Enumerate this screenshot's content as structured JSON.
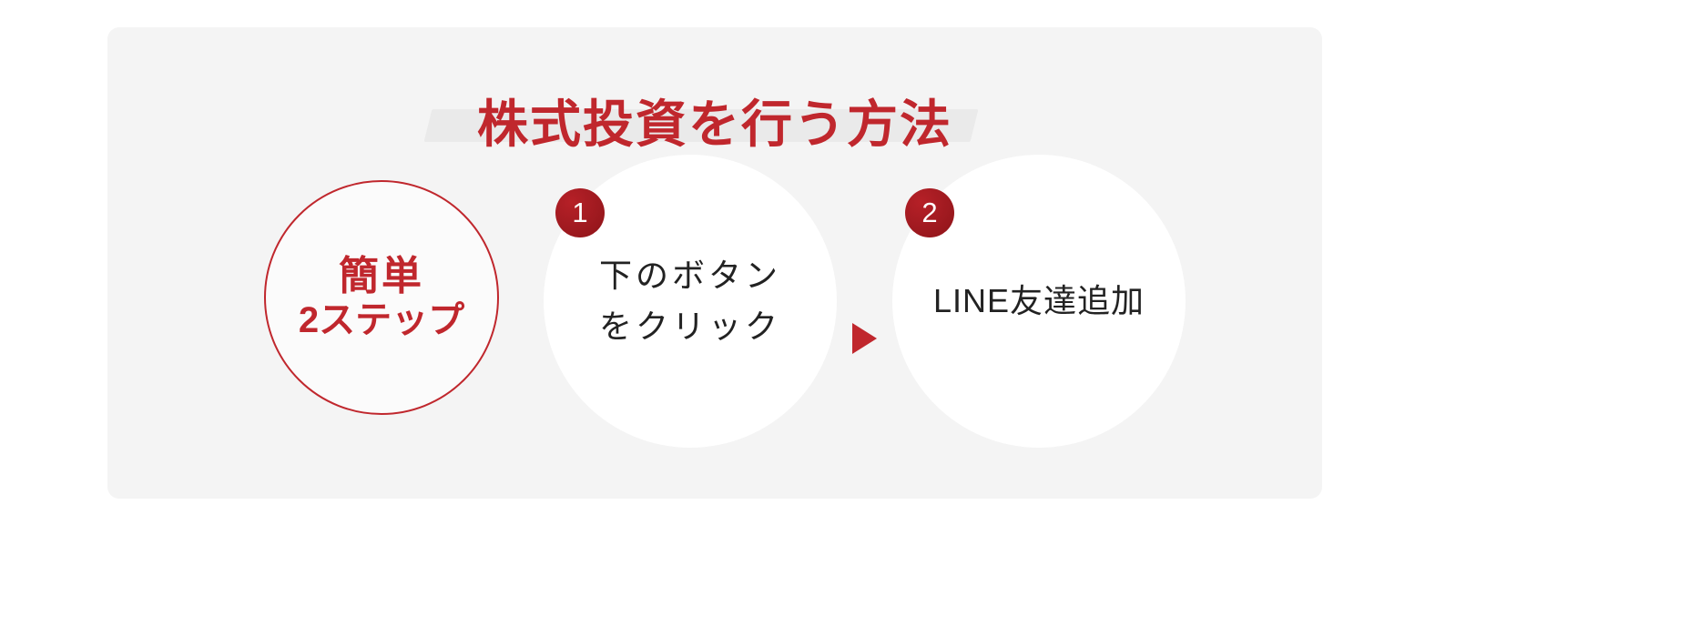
{
  "page": {
    "background_color": "#ffffff"
  },
  "panel": {
    "background_color": "#f4f4f4",
    "title": "株式投資を行う方法",
    "title_color": "#c0272d"
  },
  "badge_circle": {
    "line1": "簡単",
    "line2": "2ステップ",
    "border_color": "#c0272d",
    "text_color": "#c0272d"
  },
  "steps": [
    {
      "number": "1",
      "text": "下のボタン\nをクリック",
      "badge_color": "#a01a20",
      "bubble_color": "#ffffff",
      "text_color": "#222222"
    },
    {
      "number": "2",
      "text": "LINE友達追加",
      "badge_color": "#a01a20",
      "bubble_color": "#ffffff",
      "text_color": "#222222"
    }
  ],
  "arrow": {
    "icon": "triangle-right-icon",
    "color": "#c0272d"
  }
}
